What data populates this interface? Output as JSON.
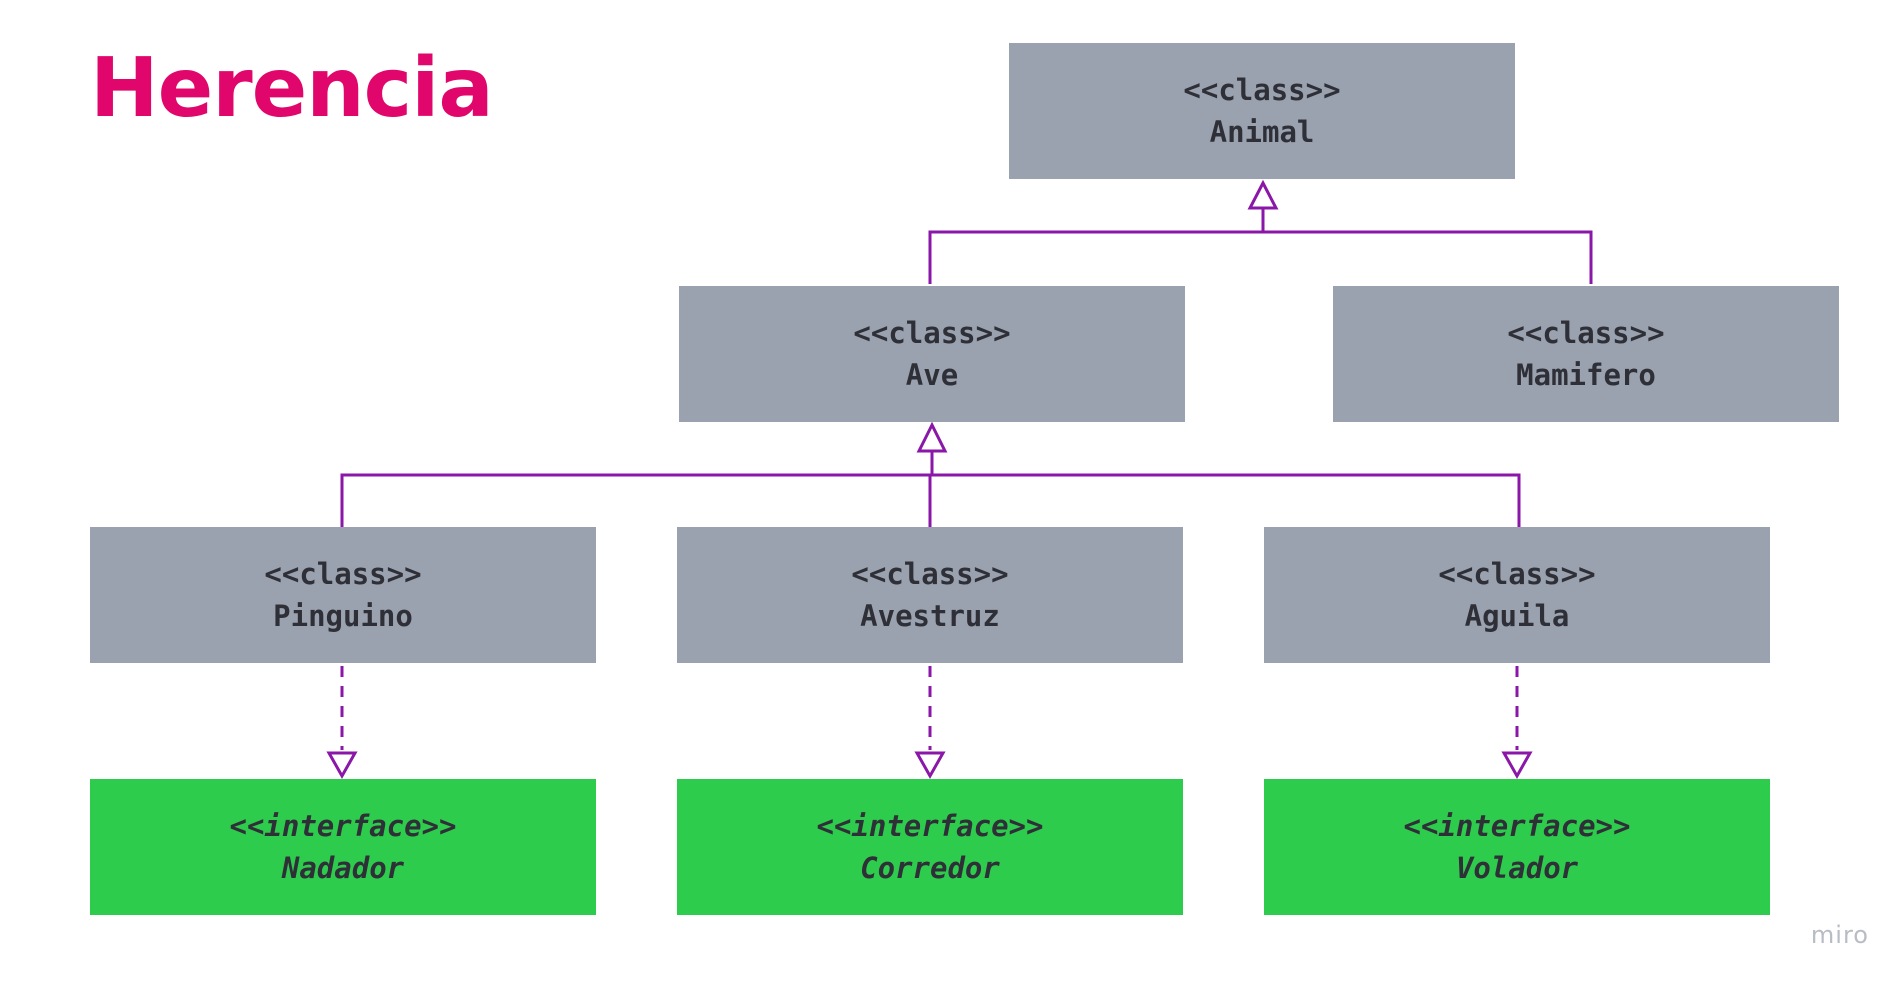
{
  "title": "Herencia",
  "watermark": "miro",
  "colors": {
    "title": "#e0066b",
    "class_fill": "#9aa2b0",
    "interface_fill": "#2ecc4d",
    "connector": "#8a17a8",
    "text": "#2f3037"
  },
  "nodes": {
    "animal": {
      "stereotype": "<<class>>",
      "name": "Animal"
    },
    "ave": {
      "stereotype": "<<class>>",
      "name": "Ave"
    },
    "mamifero": {
      "stereotype": "<<class>>",
      "name": "Mamifero"
    },
    "pinguino": {
      "stereotype": "<<class>>",
      "name": "Pinguino"
    },
    "avestruz": {
      "stereotype": "<<class>>",
      "name": "Avestruz"
    },
    "aguila": {
      "stereotype": "<<class>>",
      "name": "Aguila"
    },
    "nadador": {
      "stereotype": "<<interface>>",
      "name": "Nadador"
    },
    "corredor": {
      "stereotype": "<<interface>>",
      "name": "Corredor"
    },
    "volador": {
      "stereotype": "<<interface>>",
      "name": "Volador"
    }
  },
  "relations": [
    {
      "type": "inheritance",
      "from": "Ave",
      "to": "Animal"
    },
    {
      "type": "inheritance",
      "from": "Mamifero",
      "to": "Animal"
    },
    {
      "type": "inheritance",
      "from": "Pinguino",
      "to": "Ave"
    },
    {
      "type": "inheritance",
      "from": "Avestruz",
      "to": "Ave"
    },
    {
      "type": "inheritance",
      "from": "Aguila",
      "to": "Ave"
    },
    {
      "type": "realization",
      "from": "Pinguino",
      "to": "Nadador"
    },
    {
      "type": "realization",
      "from": "Avestruz",
      "to": "Corredor"
    },
    {
      "type": "realization",
      "from": "Aguila",
      "to": "Volador"
    }
  ]
}
